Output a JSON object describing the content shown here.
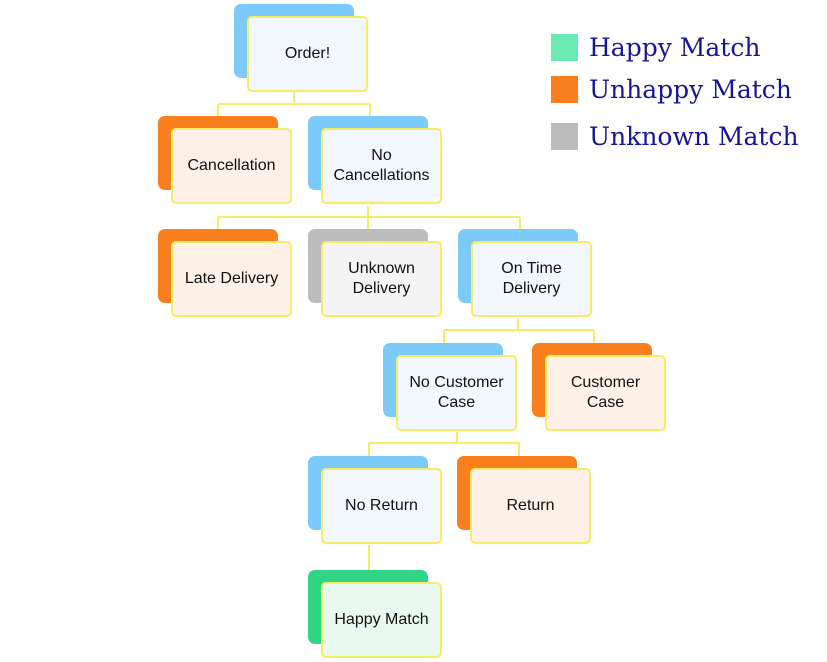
{
  "nodes": {
    "order": "Order!",
    "cancellation": "Cancellation",
    "no_cancellations": "No Cancellations",
    "late_delivery": "Late Delivery",
    "unknown_delivery": "Unknown Delivery",
    "on_time_delivery": "On Time Delivery",
    "no_customer_case": "No Customer Case",
    "customer_case": "Customer Case",
    "no_return": "No Return",
    "return": "Return",
    "happy_match": "Happy Match"
  },
  "legend": [
    {
      "label": "Happy Match",
      "color": "#6de9b3"
    },
    {
      "label": "Unhappy Match",
      "color": "#f97f1f"
    },
    {
      "label": "Unknown Match",
      "color": "#bcbcbc"
    }
  ],
  "colors": {
    "connector": "#f4ed66",
    "card_border": "#f4ed66",
    "info": "#7ccafa",
    "unhappy": "#f97f1f",
    "unknown": "#bcbcbc",
    "happy": "#2fd487",
    "legend_text": "#161696"
  }
}
